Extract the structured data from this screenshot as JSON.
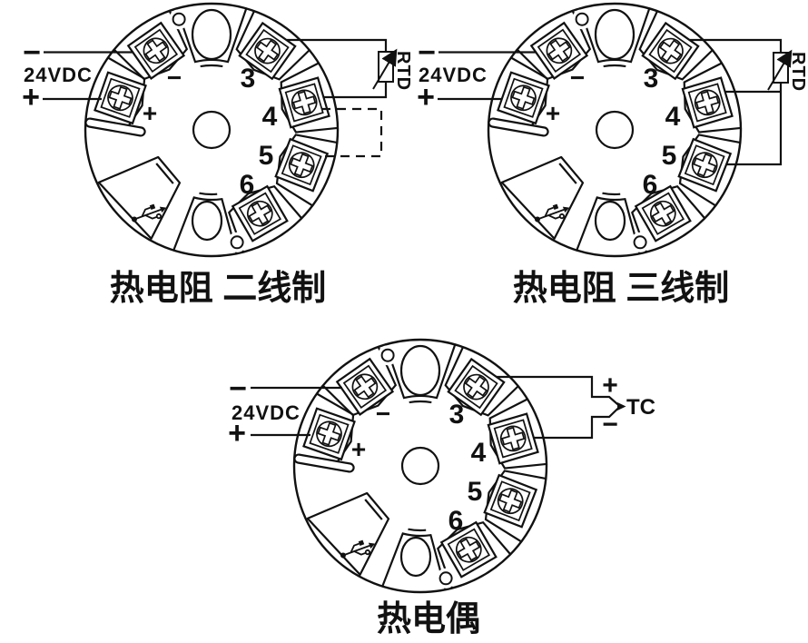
{
  "colors": {
    "ink": "#111111",
    "background": "#ffffff"
  },
  "shared": {
    "power": {
      "minus": "−",
      "label": "24VDC",
      "plus": "+"
    },
    "head": {
      "minus": "−",
      "plus": "+",
      "terminals": [
        "3",
        "4",
        "5",
        "6"
      ],
      "icons": [
        "screw-terminal-icon",
        "usb-icon",
        "mount-hole",
        "cable-entry-oval",
        "center-hole"
      ]
    }
  },
  "diagrams": [
    {
      "id": "rtd-2wire",
      "caption": "热电阻 二线制",
      "sensor": {
        "label": "RTD"
      }
    },
    {
      "id": "rtd-3wire",
      "caption": "热电阻 三线制",
      "sensor": {
        "label": "RTD"
      }
    },
    {
      "id": "thermocouple",
      "caption": "热电偶",
      "sensor": {
        "label": "TC",
        "plus": "+",
        "minus": "−"
      }
    }
  ]
}
